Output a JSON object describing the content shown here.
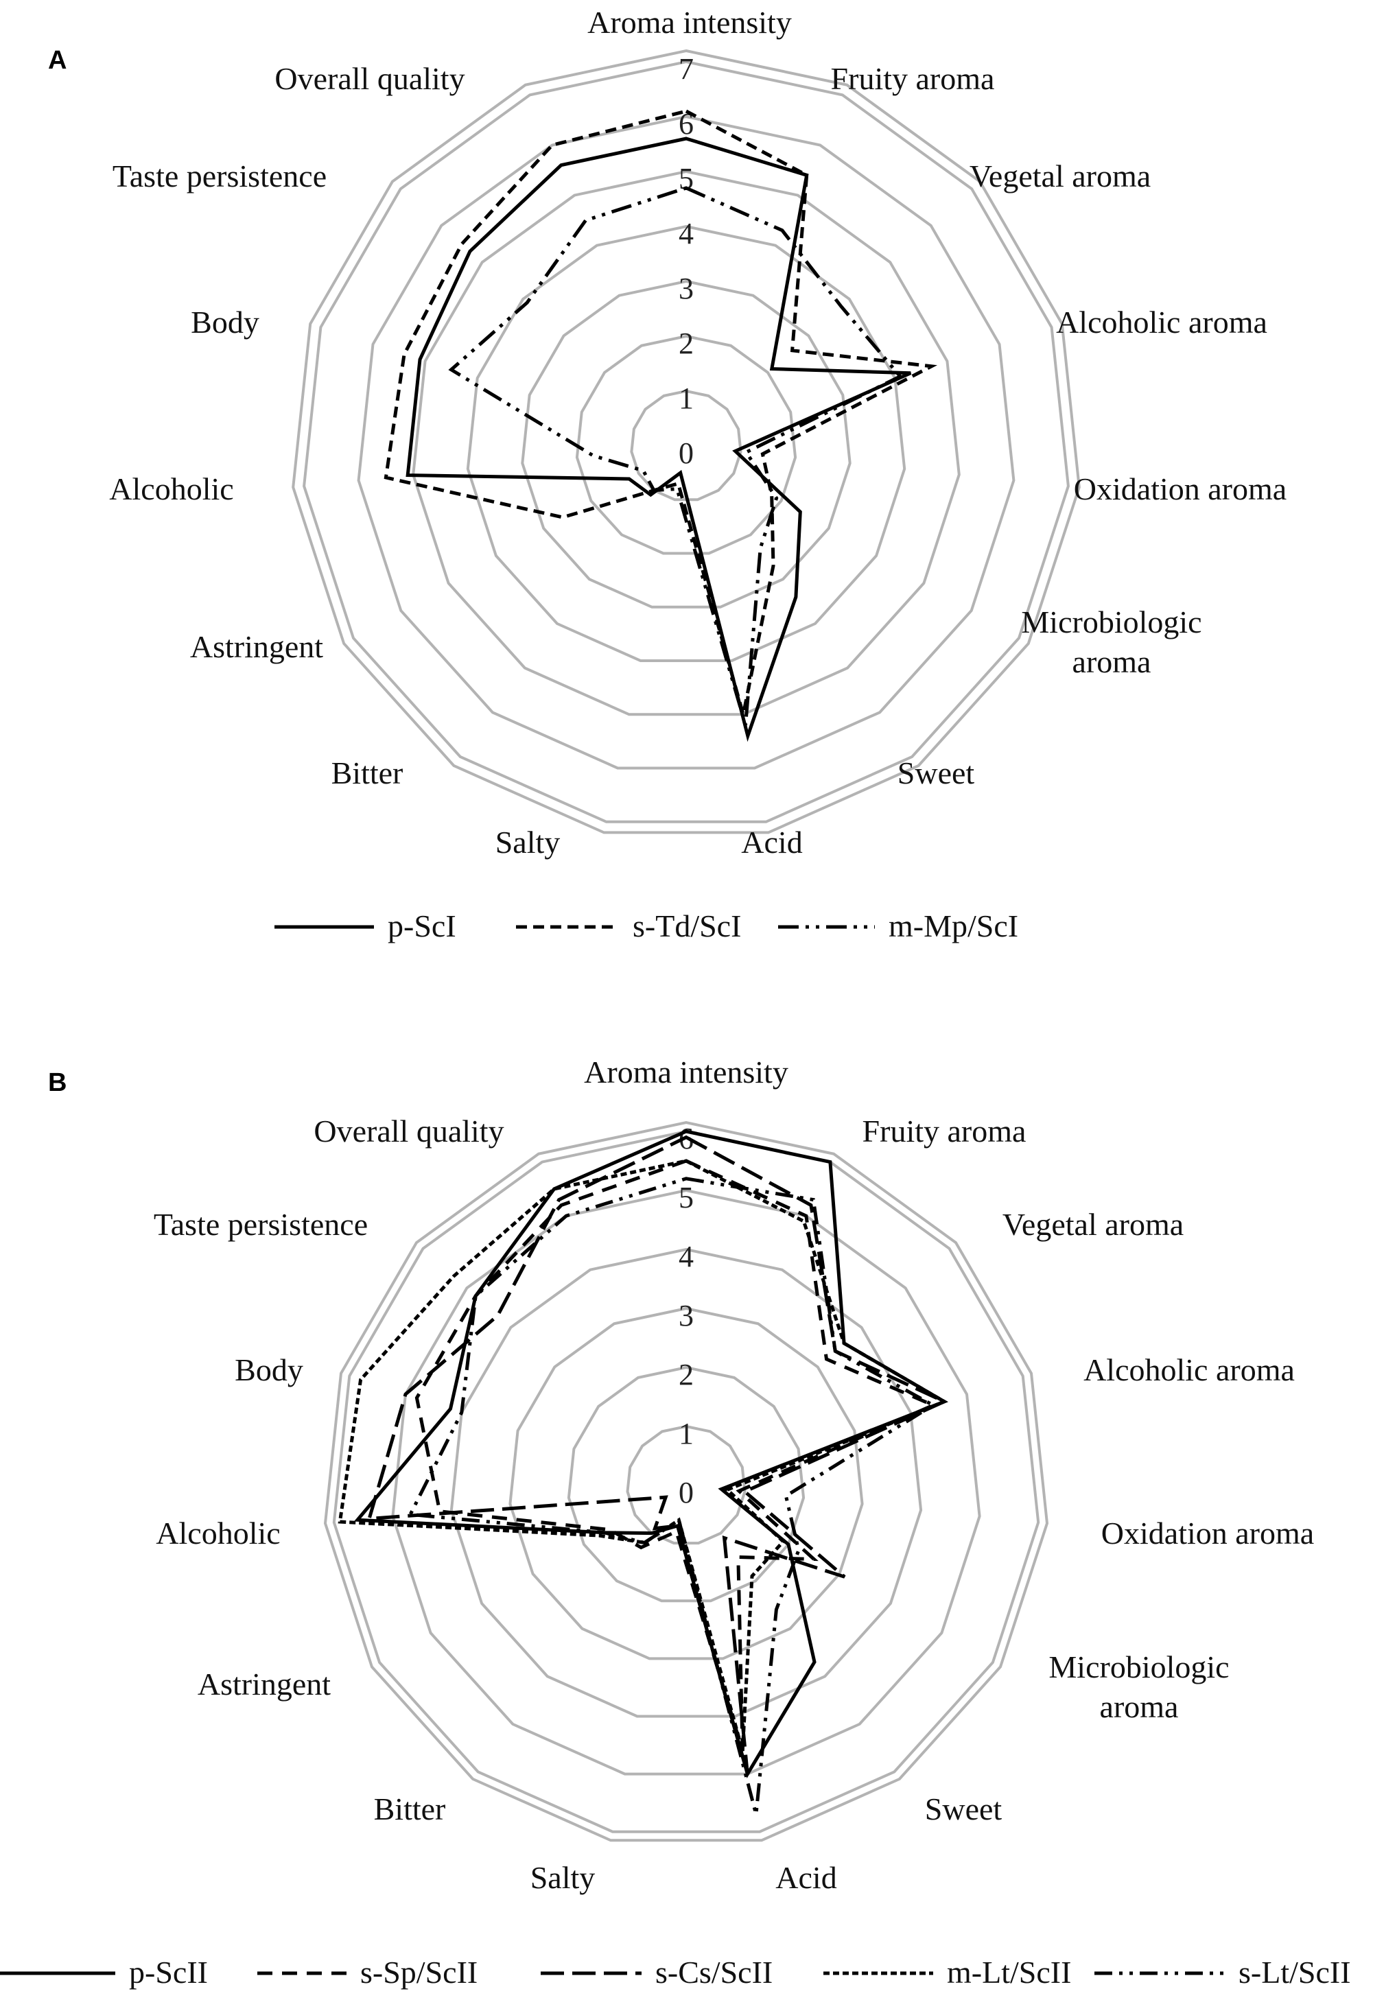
{
  "chart_data": [
    {
      "panel": "A",
      "type": "radar",
      "ticks": [
        "0",
        "1",
        "2",
        "3",
        "4",
        "5",
        "6",
        "7"
      ],
      "rlim": [
        0,
        7
      ],
      "axes": [
        "Aroma intensity",
        "Fruity aroma",
        "Vegetal aroma",
        "Alcoholic aroma",
        "Oxidation aroma",
        "Microbiologic aroma",
        "Sweet",
        "Acid",
        "Salty",
        "Bitter",
        "Astringent",
        "Alcoholic",
        "Body",
        "Taste persistence",
        "Overall quality"
      ],
      "series": [
        {
          "name": "p-ScI",
          "values": [
            5.6,
            5.4,
            2.1,
            4.3,
            0.9,
            2.4,
            3.4,
            5.4,
            0.5,
            1.1,
            1.2,
            5.1,
            5.1,
            5.3,
            5.6
          ]
        },
        {
          "name": "s-Td/ScI",
          "values": [
            6.1,
            5.4,
            2.6,
            4.7,
            1.4,
            1.8,
            2.7,
            5.0,
            0.7,
            1.0,
            2.6,
            5.5,
            5.4,
            5.5,
            6.0
          ]
        },
        {
          "name": "m-Mp/ScI",
          "values": [
            4.7,
            4.3,
            3.8,
            4.1,
            1.1,
            1.9,
            2.3,
            5.2,
            0.8,
            1.0,
            0.9,
            1.7,
            4.5,
            3.9,
            4.5
          ]
        }
      ],
      "legend_position": "bottom"
    },
    {
      "panel": "B",
      "type": "radar",
      "ticks": [
        "0",
        "1",
        "2",
        "3",
        "4",
        "5",
        "6"
      ],
      "rlim": [
        0,
        6
      ],
      "axes": [
        "Aroma intensity",
        "Fruity aroma",
        "Vegetal aroma",
        "Alcoholic aroma",
        "Oxidation aroma",
        "Microbiologic aroma",
        "Sweet",
        "Acid",
        "Salty",
        "Bitter",
        "Astringent",
        "Alcoholic",
        "Body",
        "Taste persistence",
        "Overall quality"
      ],
      "series": [
        {
          "name": "p-ScII",
          "values": [
            6.0,
            6.0,
            3.6,
            4.6,
            0.6,
            2.0,
            3.7,
            5.0,
            0.7,
            1.0,
            1.6,
            5.6,
            4.2,
            4.8,
            5.5
          ]
        },
        {
          "name": "s-Sp/ScII",
          "values": [
            5.5,
            5.0,
            3.2,
            4.4,
            0.9,
            2.5,
            1.5,
            4.6,
            0.8,
            1.3,
            1.5,
            4.2,
            4.8,
            4.8,
            5.2
          ]
        },
        {
          "name": "s-Cs/ScII",
          "values": [
            5.9,
            5.2,
            3.4,
            4.6,
            1.0,
            3.1,
            1.1,
            5.0,
            0.7,
            0.9,
            0.4,
            5.4,
            5.0,
            4.3,
            5.3
          ]
        },
        {
          "name": "m-Lt/ScII",
          "values": [
            5.5,
            4.9,
            3.6,
            4.6,
            0.7,
            1.9,
            1.9,
            4.6,
            0.6,
            1.2,
            1.7,
            5.9,
            5.8,
            5.3,
            5.5
          ]
        },
        {
          "name": "s-Lt/ScII",
          "values": [
            5.2,
            5.3,
            3.4,
            4.4,
            1.7,
            2.2,
            2.6,
            5.7,
            0.6,
            1.2,
            1.6,
            4.7,
            4.0,
            4.8,
            5.0
          ]
        }
      ],
      "legend_position": "bottom"
    }
  ]
}
